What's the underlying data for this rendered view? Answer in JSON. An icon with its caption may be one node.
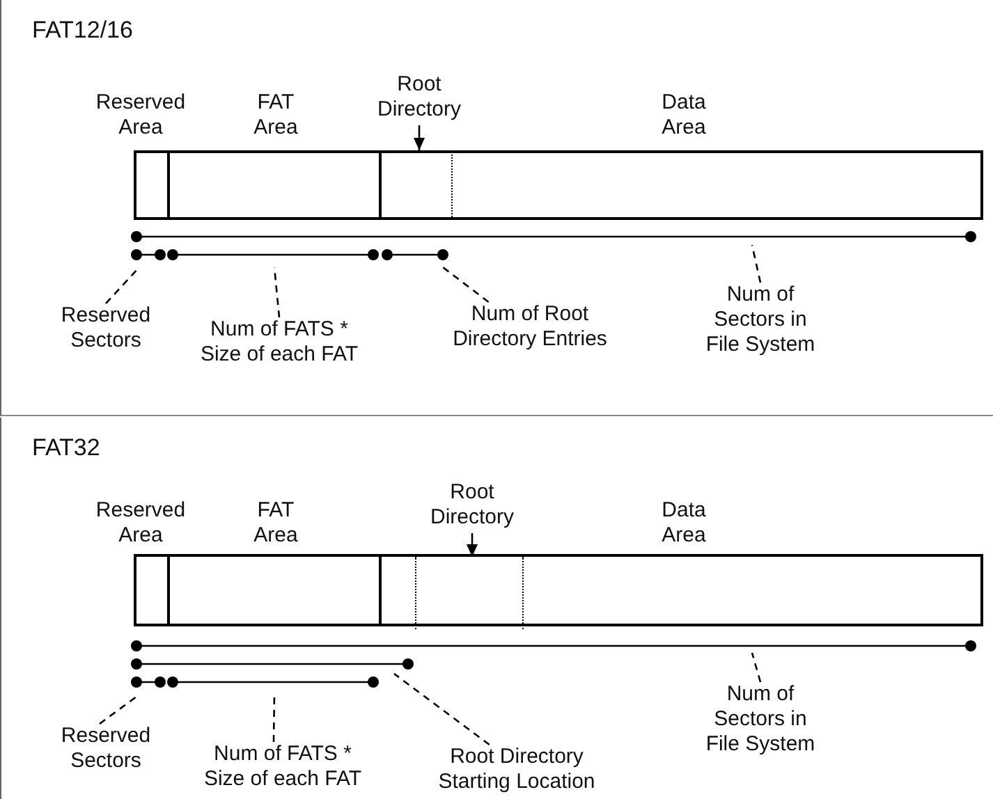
{
  "diagram": {
    "nodes": [
      {
        "text": [
          "FAT12/16"
        ]
      },
      {
        "text": [],
        "shape": "box",
        "in": 0
      },
      {
        "text": [],
        "shape": "box",
        "in": 0
      },
      {
        "text": [
          "Root Directory"
        ],
        "in": 0
      },
      {
        "text": [],
        "shape": "box",
        "in": 0
      },
      {
        "text": [],
        "shape": "box",
        "in": 0
      },
      {
        "text": [
          "Reserved Sectors"
        ],
        "in": 0
      },
      {
        "text": [
          "Num of FATS * Size of each FAT"
        ],
        "in": 0
      },
      {
        "text": [
          "Num of Root Directory Entries"
        ],
        "in": 0
      },
      {
        "text": [
          "Num of Sectors in File System"
        ],
        "in": 0
      },
      {
        "text": [
          "FAT32"
        ]
      },
      {
        "text": [],
        "shape": "box",
        "in": 10
      },
      {
        "text": [],
        "shape": "box",
        "in": 10
      },
      {
        "text": [
          "Root Directory"
        ],
        "in": 10
      },
      {
        "text": [],
        "shape": "box",
        "in": 10
      },
      {
        "text": [],
        "shape": "box",
        "in": 14
      },
      {
        "text": [
          "Reserved Sectors"
        ],
        "in": 10
      },
      {
        "text": [
          "Num of FATS * Size of each FAT"
        ],
        "in": 10
      },
      {
        "text": [
          "Root Directory Starting Location"
        ],
        "in": 10
      },
      {
        "text": [
          "Num of Sectors in File System"
        ],
        "in": 10
      }
    ],
    "edges": [
      {
        "from": 3,
        "to": 4,
        "arrow": "to"
      },
      {
        "from": 6,
        "to": null,
        "arrow": "none",
        "style": "dashed"
      },
      {
        "from": 7,
        "to": null,
        "arrow": "none",
        "style": "dashed"
      },
      {
        "from": 8,
        "to": null,
        "arrow": "none",
        "style": "dashed"
      },
      {
        "from": 9,
        "to": null,
        "arrow": "none",
        "style": "dashed"
      },
      {
        "from": 13,
        "to": 15,
        "arrow": "to"
      },
      {
        "from": 16,
        "to": null,
        "arrow": "none",
        "style": "dashed"
      },
      {
        "from": 17,
        "to": null,
        "arrow": "none",
        "style": "dashed"
      },
      {
        "from": 18,
        "to": null,
        "arrow": "none",
        "style": "dashed"
      },
      {
        "from": 19,
        "to": null,
        "arrow": "none",
        "style": "dashed"
      }
    ],
    "labels": [
      "Reserved Area",
      "FAT Area",
      "Data Area",
      "Reserved Area",
      "FAT Area",
      "Data Area"
    ]
  }
}
